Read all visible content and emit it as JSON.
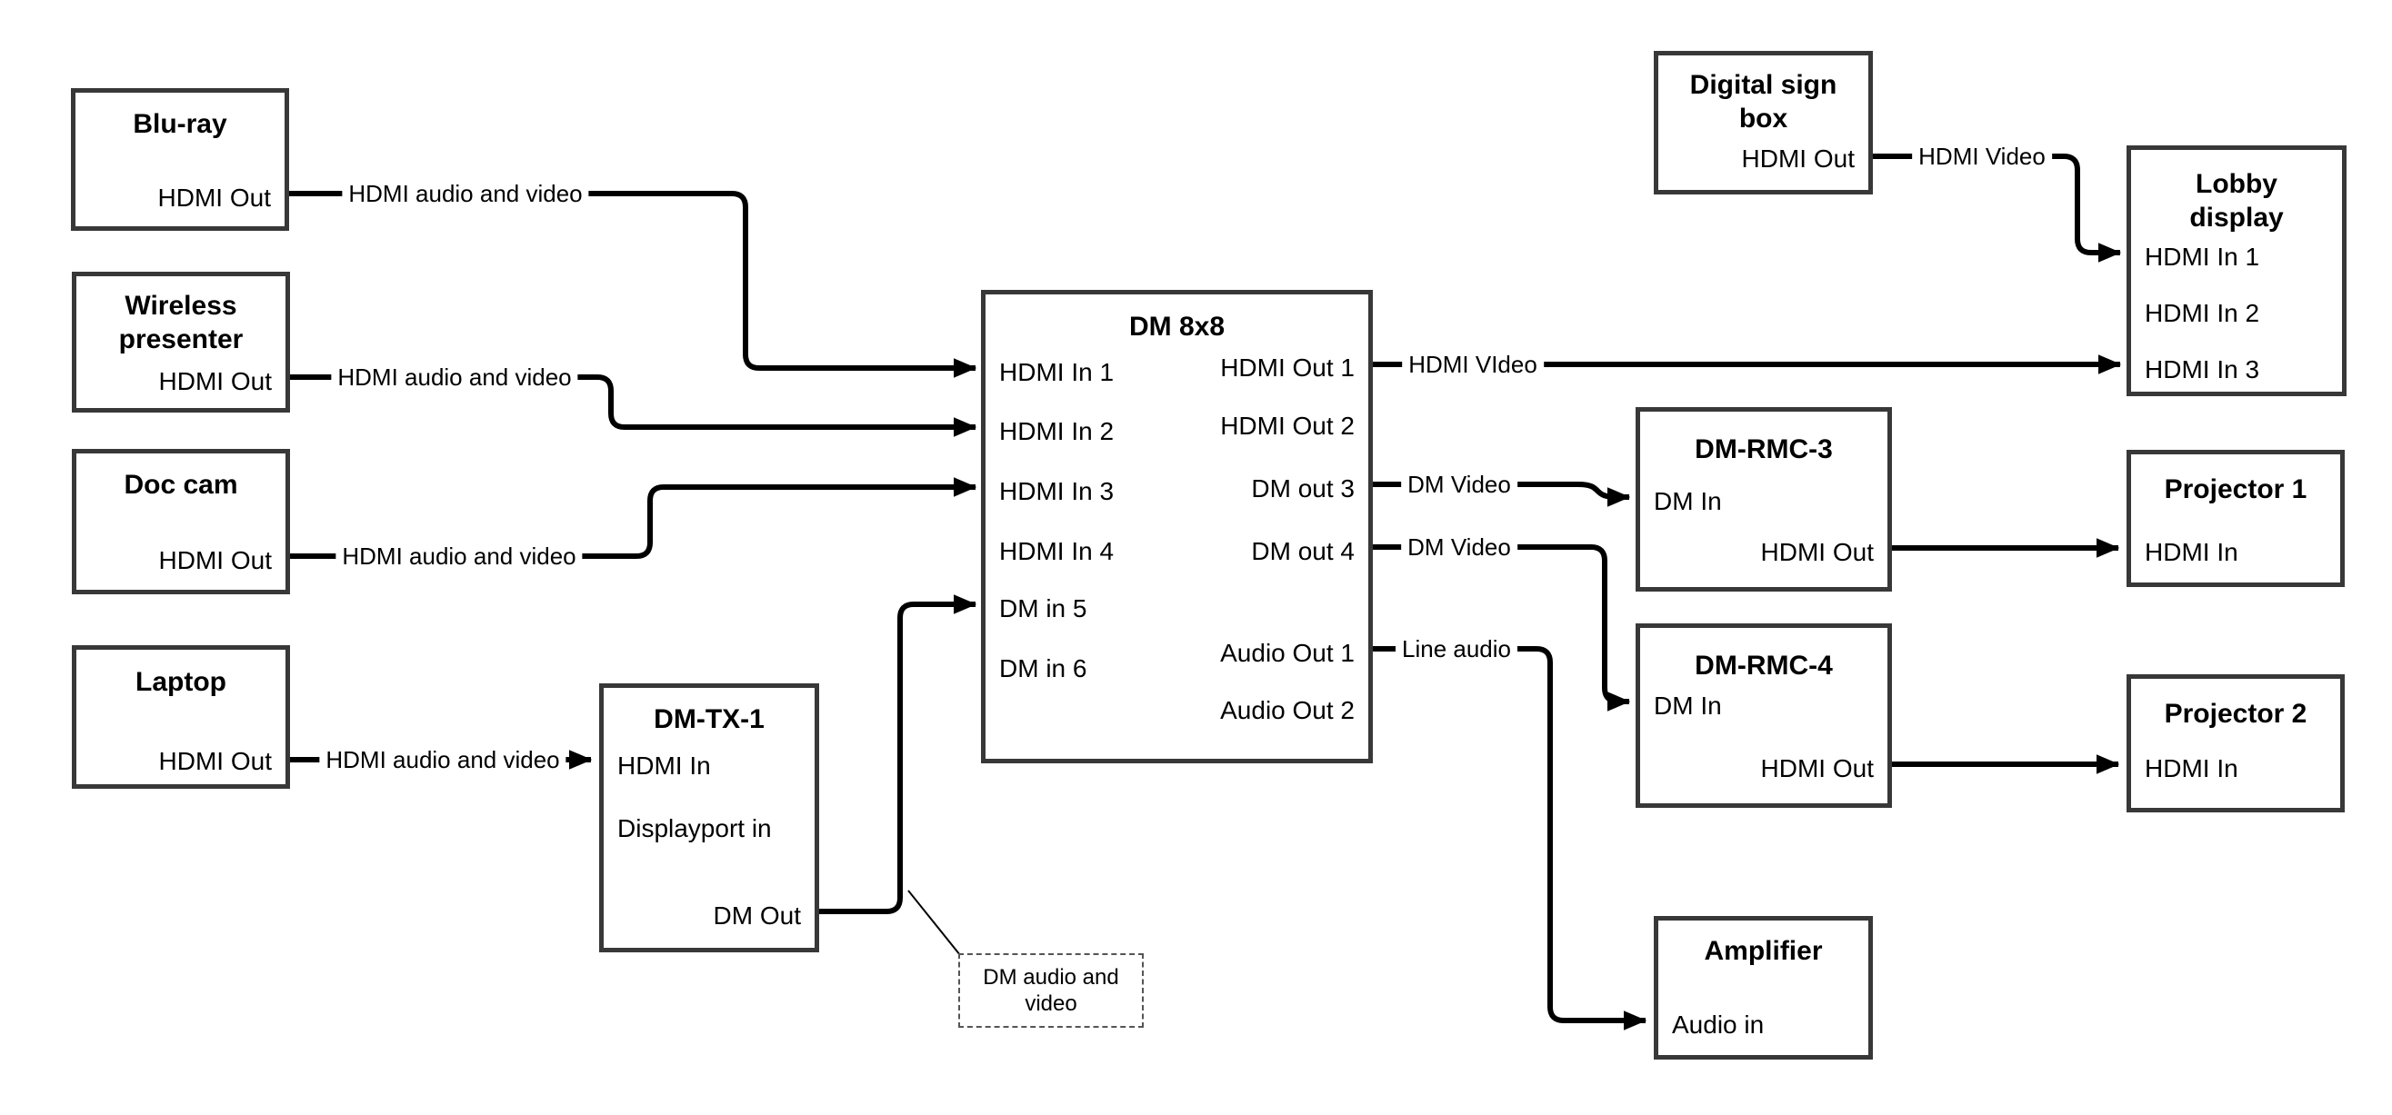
{
  "nodes": {
    "bluray": {
      "title": "Blu-ray",
      "ports": {
        "hdmi_out": "HDMI Out"
      }
    },
    "wireless": {
      "title": "Wireless presenter",
      "ports": {
        "hdmi_out": "HDMI Out"
      }
    },
    "doccam": {
      "title": "Doc cam",
      "ports": {
        "hdmi_out": "HDMI Out"
      }
    },
    "laptop": {
      "title": "Laptop",
      "ports": {
        "hdmi_out": "HDMI Out"
      }
    },
    "dmtx1": {
      "title": "DM-TX-1",
      "ports": {
        "hdmi_in": "HDMI In",
        "displayport_in": "Displayport in",
        "dm_out": "DM Out"
      }
    },
    "dm8x8": {
      "title": "DM 8x8",
      "ports": {
        "hdmi_in_1": "HDMI In 1",
        "hdmi_in_2": "HDMI In 2",
        "hdmi_in_3": "HDMI In 3",
        "hdmi_in_4": "HDMI In 4",
        "dm_in_5": "DM in 5",
        "dm_in_6": "DM in 6",
        "hdmi_out_1": "HDMI Out 1",
        "hdmi_out_2": "HDMI Out 2",
        "dm_out_3": "DM out 3",
        "dm_out_4": "DM out 4",
        "audio_out_1": "Audio Out 1",
        "audio_out_2": "Audio Out 2"
      }
    },
    "digital_sign": {
      "title": "Digital sign box",
      "ports": {
        "hdmi_out": "HDMI Out"
      }
    },
    "lobby": {
      "title": "Lobby display",
      "ports": {
        "hdmi_in_1": "HDMI In 1",
        "hdmi_in_2": "HDMI In 2",
        "hdmi_in_3": "HDMI In 3"
      }
    },
    "dmrmc3": {
      "title": "DM-RMC-3",
      "ports": {
        "dm_in": "DM In",
        "hdmi_out": "HDMI Out"
      }
    },
    "proj1": {
      "title": "Projector 1",
      "ports": {
        "hdmi_in": "HDMI In"
      }
    },
    "dmrmc4": {
      "title": "DM-RMC-4",
      "ports": {
        "dm_in": "DM In",
        "hdmi_out": "HDMI Out"
      }
    },
    "proj2": {
      "title": "Projector 2",
      "ports": {
        "hdmi_in": "HDMI In"
      }
    },
    "amplifier": {
      "title": "Amplifier",
      "ports": {
        "audio_in": "Audio in"
      }
    }
  },
  "edge_labels": {
    "bluray_dm8x8": "HDMI audio and video",
    "wireless_dm8x8": "HDMI audio and video",
    "doccam_dm8x8": "HDMI audio and video",
    "laptop_dmtx1": "HDMI audio and video",
    "digital_sign_lobby": "HDMI Video",
    "dm8x8_lobby": "HDMI VIdeo",
    "dm8x8_dmrmc3": "DM Video",
    "dm8x8_dmrmc4": "DM Video",
    "dm8x8_amplifier": "Line audio"
  },
  "callout": {
    "text": "DM audio and video"
  },
  "colors": {
    "line": "#000000",
    "box_border": "#383838",
    "background": "#ffffff"
  }
}
